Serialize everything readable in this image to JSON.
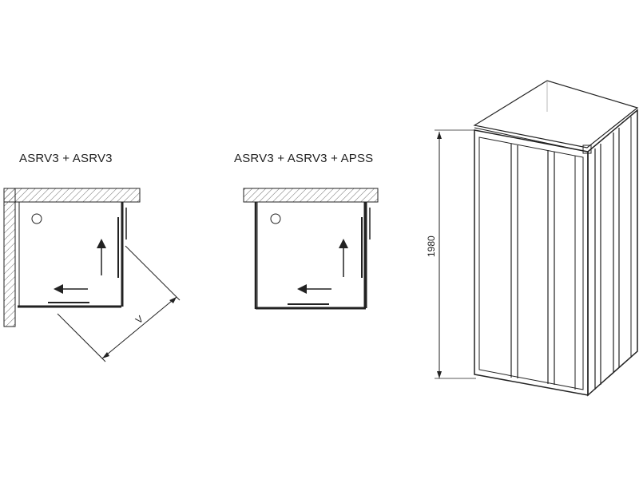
{
  "configurations": [
    {
      "label": "ASRV3 + ASRV3"
    },
    {
      "label": "ASRV3 + ASRV3 + APSS"
    }
  ],
  "dimensions": {
    "diagonal_label": "V",
    "height_label": "1980"
  },
  "colors": {
    "line": "#1a1a1a",
    "hatch": "#555555",
    "wall_fill": "#ffffff"
  }
}
